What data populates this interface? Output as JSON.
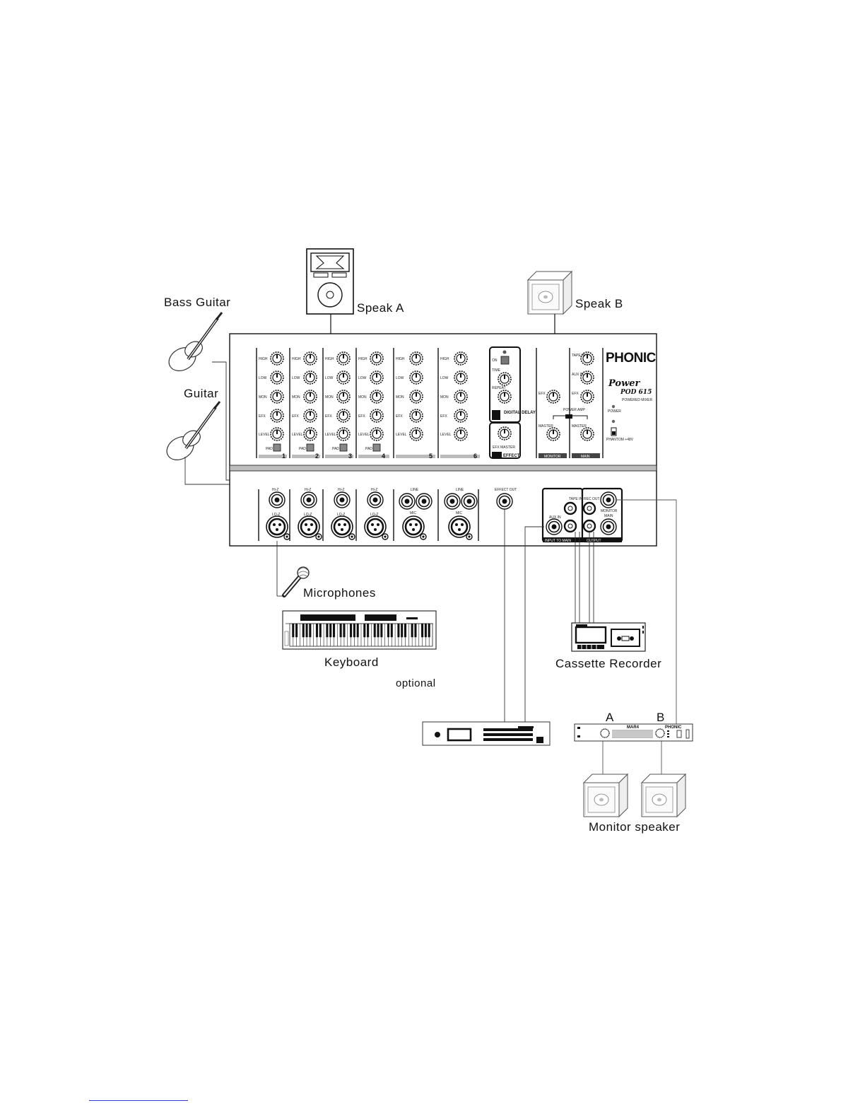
{
  "labels": {
    "bass_guitar": "Bass Guitar",
    "guitar": "Guitar",
    "speak_a": "Speak A",
    "speak_b": "Speak B",
    "microphones": "Microphones",
    "keyboard": "Keyboard",
    "optional": "optional",
    "cassette_recorder": "Cassette Recorder",
    "monitor_speaker": "Monitor speaker",
    "amp_a": "A",
    "amp_b": "B"
  },
  "mixer": {
    "brand": "PHONIC",
    "model_line1": "Power",
    "model_line2": "POD 615",
    "subtitle": "POWERED MIXER",
    "power_label": "POWER",
    "phantom_label": "PHANTOM\n+48V",
    "channel_numbers": [
      "1",
      "2",
      "3",
      "4",
      "5",
      "6"
    ],
    "knob_labels": [
      "HIGH",
      "LOW",
      "MON",
      "EFX",
      "LEVEL"
    ],
    "pad_label": "PAD",
    "effect_labels": [
      "ON",
      "TIME",
      "REPEAT"
    ],
    "digital_delay": "DIGITAL DELAY",
    "effect_box": "EFFECT",
    "efx_master": "EFX MASTER",
    "monitor_section": "MONITOR",
    "main_section": "MAIN",
    "master": "MASTER",
    "main_knobs": [
      "TAPE IN",
      "AUX IN",
      "EFX"
    ],
    "power_amp": "POWER AMP",
    "rear": {
      "hi_z": "Hi-Z",
      "lo_z": "LO-Z",
      "line": "LINE",
      "mic": "MIC",
      "effect_out": "EFFECT OUT",
      "aux_in": "AUX IN",
      "tape_in": "TAPE IN",
      "rec_out": "REC OUT",
      "monitor": "MONITOR",
      "main": "MAIN",
      "input_to_main": "INPUT TO MAIN",
      "output": "OUTPUT"
    }
  },
  "amp": {
    "model": "MAR4",
    "brand": "PHONIC"
  }
}
